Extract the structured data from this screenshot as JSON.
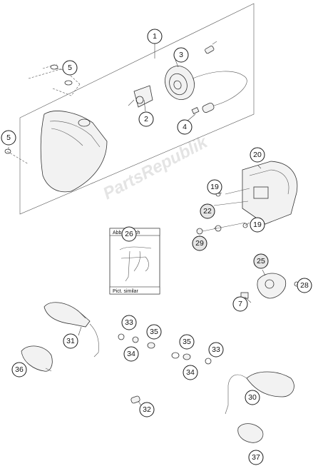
{
  "watermark": "PartsRepublik",
  "inset": {
    "top_label": "Abb. ähnlich",
    "bottom_label": "Pict. similar"
  },
  "callouts": [
    {
      "id": "c1",
      "label": "1"
    },
    {
      "id": "c2",
      "label": "2"
    },
    {
      "id": "c3",
      "label": "3"
    },
    {
      "id": "c4",
      "label": "4"
    },
    {
      "id": "c5a",
      "label": "5"
    },
    {
      "id": "c5b",
      "label": "5"
    },
    {
      "id": "c7",
      "label": "7"
    },
    {
      "id": "c19a",
      "label": "19"
    },
    {
      "id": "c19b",
      "label": "19"
    },
    {
      "id": "c20",
      "label": "20"
    },
    {
      "id": "c22",
      "label": "22"
    },
    {
      "id": "c25",
      "label": "25"
    },
    {
      "id": "c26",
      "label": "26"
    },
    {
      "id": "c28",
      "label": "28"
    },
    {
      "id": "c29",
      "label": "29"
    },
    {
      "id": "c30",
      "label": "30"
    },
    {
      "id": "c31",
      "label": "31"
    },
    {
      "id": "c32",
      "label": "32"
    },
    {
      "id": "c33a",
      "label": "33"
    },
    {
      "id": "c33b",
      "label": "33"
    },
    {
      "id": "c34a",
      "label": "34"
    },
    {
      "id": "c34b",
      "label": "34"
    },
    {
      "id": "c35a",
      "label": "35"
    },
    {
      "id": "c35b",
      "label": "35"
    },
    {
      "id": "c36",
      "label": "36"
    },
    {
      "id": "c37",
      "label": "37"
    }
  ]
}
